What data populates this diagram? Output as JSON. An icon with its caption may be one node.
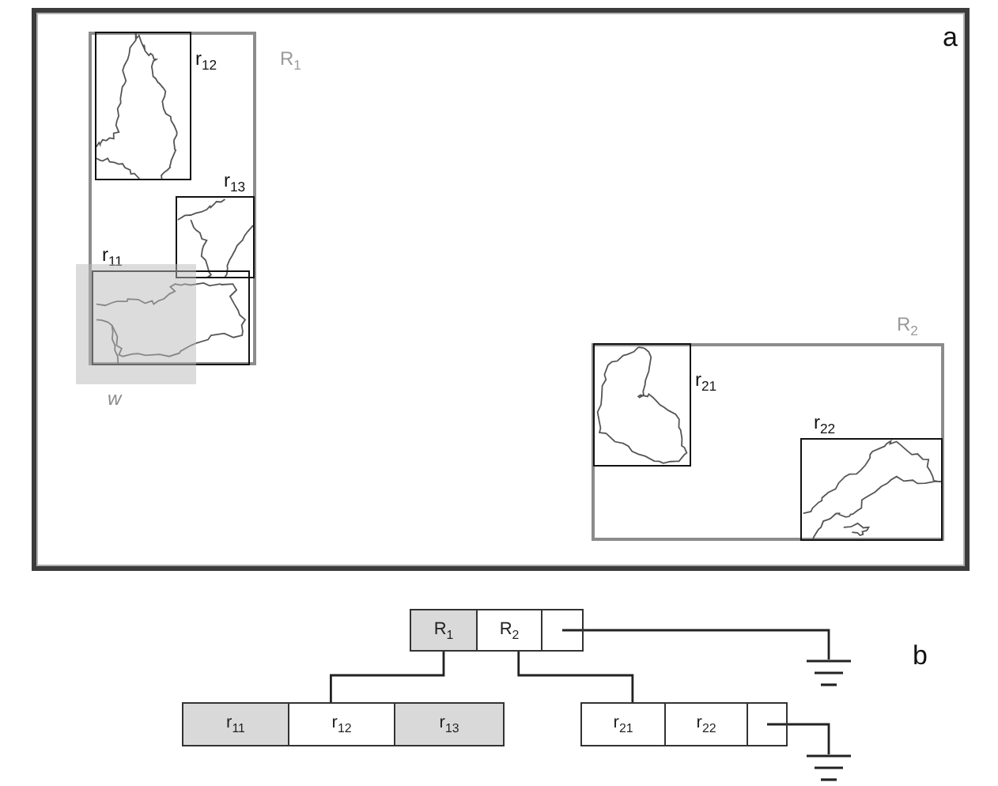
{
  "diagram": {
    "nodes": [
      {
        "text": [
          "R$_{1}$"
        ]
      },
      {
        "text": [
          "r$_{12}$"
        ],
        "in": 0
      },
      {
        "text": [
          "r$_{13}$"
        ],
        "in": 0
      },
      {
        "text": [
          "r$_{11}$"
        ],
        "in": 0
      },
      {
        "text": [
          "w"
        ]
      },
      {
        "text": [
          "R$_{2}$"
        ]
      },
      {
        "text": [
          "r$_{21}$"
        ],
        "in": 5
      },
      {
        "text": [
          "r$_{22}$"
        ],
        "in": 5
      },
      {
        "text": [
          "R$_{1}$"
        ]
      },
      {
        "text": [
          "R$_{2}$"
        ]
      },
      {
        "text": [],
        "shape": "box"
      },
      {
        "text": [
          "r$_{11}$"
        ]
      },
      {
        "text": [
          "r$_{12}$"
        ]
      },
      {
        "text": [
          "r$_{13}$"
        ]
      },
      {
        "text": [
          "r$_{21}$"
        ]
      },
      {
        "text": [
          "r$_{22}$"
        ]
      },
      {
        "text": [],
        "shape": "box"
      },
      {
        "text": [],
        "shape": "ground"
      },
      {
        "text": [],
        "shape": "ground"
      }
    ],
    "edges": [
      {
        "from": 8,
        "to": 12,
        "arrow": "none"
      },
      {
        "from": 9,
        "to": 14,
        "arrow": "none"
      },
      {
        "from": 10,
        "to": 17,
        "arrow": "none"
      },
      {
        "from": 16,
        "to": 18,
        "arrow": "none"
      }
    ],
    "labels": [
      "a",
      "b"
    ]
  }
}
